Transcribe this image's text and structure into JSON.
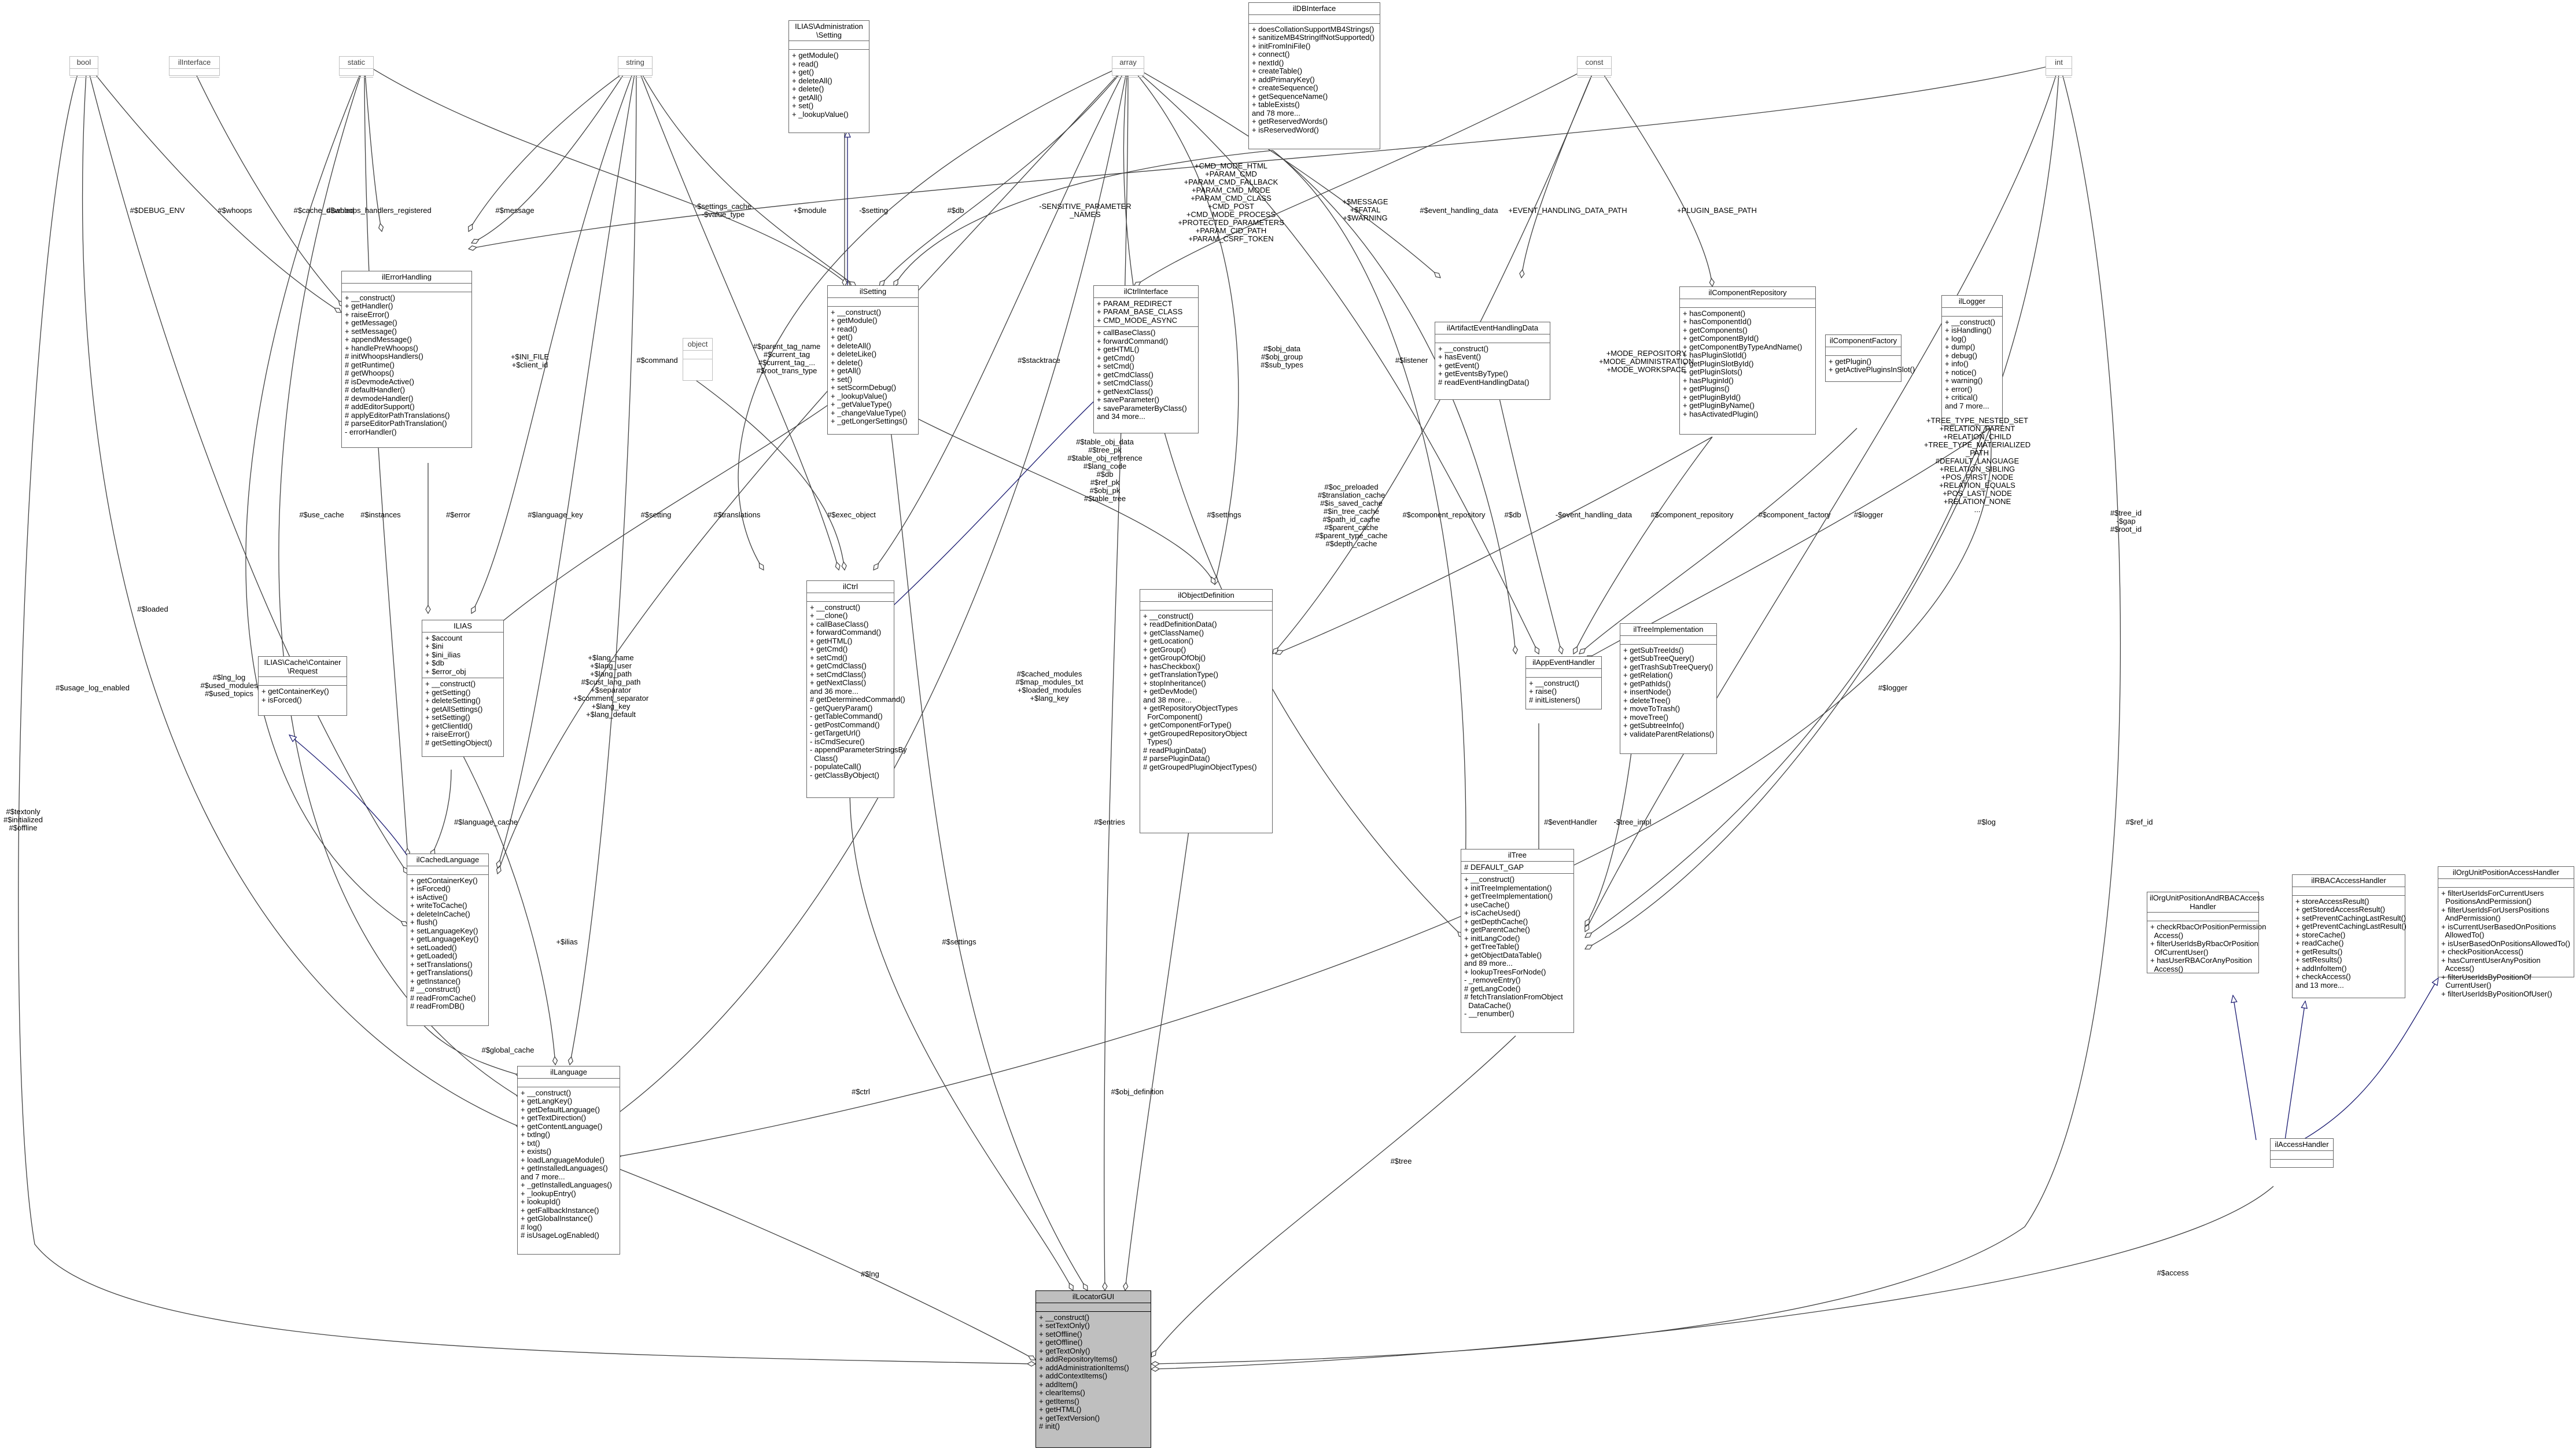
{
  "nodes": {
    "bool": {
      "title": "bool",
      "attrs": [],
      "methods": []
    },
    "ilinterface": {
      "title": "ilInterface",
      "attrs": [],
      "methods": []
    },
    "static": {
      "title": "static",
      "attrs": [],
      "methods": []
    },
    "string": {
      "title": "string",
      "attrs": [],
      "methods": []
    },
    "iladmsetting": {
      "title": "ILIAS\\Administration\n\\Setting",
      "attrs": [],
      "methods": [
        "+ getModule()",
        "+ read()",
        "+ get()",
        "+ deleteAll()",
        "+ delete()",
        "+ getAll()",
        "+ set()",
        "+ _lookupValue()"
      ]
    },
    "array": {
      "title": "array",
      "attrs": [],
      "methods": []
    },
    "ildbinterface": {
      "title": "ilDBInterface",
      "attrs": [],
      "methods": [
        "+ doesCollationSupportMB4Strings()",
        "+ sanitizeMB4StringIfNotSupported()",
        "+ initFromIniFile()",
        "+ connect()",
        "+ nextId()",
        "+ createTable()",
        "+ addPrimaryKey()",
        "+ createSequence()",
        "+ getSequenceName()",
        "+ tableExists()",
        "and 78 more...",
        "+ getReservedWords()",
        "+ isReservedWord()"
      ]
    },
    "const": {
      "title": "const",
      "attrs": [],
      "methods": []
    },
    "int": {
      "title": "int",
      "attrs": [],
      "methods": []
    },
    "ilerrorhandling": {
      "title": "ilErrorHandling",
      "attrs": [],
      "methods": [
        "+ __construct()",
        "+ getHandler()",
        "+ raiseError()",
        "+ getMessage()",
        "+ setMessage()",
        "+ appendMessage()",
        "+ handlePreWhoops()",
        "# initWhoopsHandlers()",
        "# getRuntime()",
        "# getWhoops()",
        "# isDevmodeActive()",
        "# defaultHandler()",
        "# devmodeHandler()",
        "# addEditorSupport()",
        "# applyEditorPathTranslations()",
        "# parseEditorPathTranslation()",
        "- errorHandler()"
      ]
    },
    "ilsetting": {
      "title": "ilSetting",
      "attrs": [],
      "methods": [
        "+ __construct()",
        "+ getModule()",
        "+ read()",
        "+ get()",
        "+ deleteAll()",
        "+ deleteLike()",
        "+ delete()",
        "+ getAll()",
        "+ set()",
        "+ setScormDebug()",
        "+ _lookupValue()",
        "+ _getValueType()",
        "+ _changeValueType()",
        "+ _getLongerSettings()"
      ]
    },
    "ilctrlinterface": {
      "title": "ilCtrlInterface",
      "attrs": [
        "+ PARAM_REDIRECT",
        "+ PARAM_BASE_CLASS",
        "+ CMD_MODE_ASYNC"
      ],
      "methods": [
        "+ callBaseClass()",
        "+ forwardCommand()",
        "+ getHTML()",
        "+ getCmd()",
        "+ setCmd()",
        "+ getCmdClass()",
        "+ setCmdClass()",
        "+ getNextClass()",
        "+ saveParameter()",
        "+ saveParameterByClass()",
        "and 34 more..."
      ]
    },
    "ilartifact": {
      "title": "ilArtifactEventHandlingData",
      "attrs": [],
      "methods": [
        "+ __construct()",
        "+ hasEvent()",
        "+ getEvent()",
        "+ getEventsByType()",
        "# readEventHandlingData()"
      ]
    },
    "ilcomprepo": {
      "title": "ilComponentRepository",
      "attrs": [],
      "methods": [
        "+ hasComponent()",
        "+ hasComponentId()",
        "+ getComponents()",
        "+ getComponentById()",
        "+ getComponentByTypeAndName()",
        "+ hasPluginSlotId()",
        "+ getPluginSlotById()",
        "+ getPluginSlots()",
        "+ hasPluginId()",
        "+ getPlugins()",
        "+ getPluginById()",
        "+ getPluginByName()",
        "+ hasActivatedPlugin()"
      ]
    },
    "ilcompfactory": {
      "title": "ilComponentFactory",
      "attrs": [],
      "methods": [
        "+ getPlugin()",
        "+ getActivePluginsInSlot()"
      ]
    },
    "illogger": {
      "title": "ilLogger",
      "attrs": [],
      "methods": [
        "+ __construct()",
        "+ isHandling()",
        "+ log()",
        "+ dump()",
        "+ debug()",
        "+ info()",
        "+ notice()",
        "+ warning()",
        "+ error()",
        "+ critical()",
        "and 7 more..."
      ]
    },
    "object": {
      "title": "object",
      "attrs": [],
      "methods": []
    },
    "iliascache": {
      "title": "ILIAS\\Cache\\Container\n\\Request",
      "attrs": [],
      "methods": [
        "+ getContainerKey()",
        "+ isForced()"
      ]
    },
    "ilias": {
      "title": "ILIAS",
      "attrs": [
        "+ $account",
        "+ $ini",
        "+ $ini_ilias",
        "+ $db",
        "+ $error_obj"
      ],
      "methods": [
        "+ __construct()",
        "+ getSetting()",
        "+ deleteSetting()",
        "+ getAllSettings()",
        "+ setSetting()",
        "+ getClientId()",
        "+ raiseError()",
        "# getSettingObject()"
      ]
    },
    "ilctrl": {
      "title": "ilCtrl",
      "attrs": [],
      "methods": [
        "+ __construct()",
        "+ __clone()",
        "+ callBaseClass()",
        "+ forwardCommand()",
        "+ getHTML()",
        "+ getCmd()",
        "+ setCmd()",
        "+ getCmdClass()",
        "+ setCmdClass()",
        "+ getNextClass()",
        "and 36 more...",
        "# getDeterminedCommand()",
        "- getQueryParam()",
        "- getTableCommand()",
        "- getPostCommand()",
        "- getTargetUrl()",
        "- isCmdSecure()",
        "- appendParameterStringsBy\n  Class()",
        "- populateCall()",
        "- getClassByObject()"
      ]
    },
    "ilobjdef": {
      "title": "ilObjectDefinition",
      "attrs": [],
      "methods": [
        "+ __construct()",
        "+ readDefinitionData()",
        "+ getClassName()",
        "+ getLocation()",
        "+ getGroup()",
        "+ getGroupOfObj()",
        "+ hasCheckbox()",
        "+ getTranslationType()",
        "+ stopInheritance()",
        "+ getDevMode()",
        "and 38 more...",
        "+ getRepositoryObjectTypes\n  ForComponent()",
        "+ getComponentForType()",
        "+ getGroupedRepositoryObject\n  Types()",
        "# readPluginData()",
        "# parsePluginData()",
        "# getGroupedPluginObjectTypes()"
      ]
    },
    "iltreeimpl": {
      "title": "ilTreeImplementation",
      "attrs": [],
      "methods": [
        "+ getSubTreeIds()",
        "+ getSubTreeQuery()",
        "+ getTrashSubTreeQuery()",
        "+ getRelation()",
        "+ getPathIds()",
        "+ insertNode()",
        "+ deleteTree()",
        "+ moveToTrash()",
        "+ moveTree()",
        "+ getSubtreeInfo()",
        "+ validateParentRelations()"
      ]
    },
    "ilappevent": {
      "title": "ilAppEventHandler",
      "attrs": [],
      "methods": [
        "+ __construct()",
        "+ raise()",
        "# initListeners()"
      ]
    },
    "ilcachedlang": {
      "title": "ilCachedLanguage",
      "attrs": [],
      "methods": [
        "+ getContainerKey()",
        "+ isForced()",
        "+ isActive()",
        "+ writeToCache()",
        "+ deleteInCache()",
        "+ flush()",
        "+ setLanguageKey()",
        "+ getLanguageKey()",
        "+ setLoaded()",
        "+ getLoaded()",
        "+ setTranslations()",
        "+ getTranslations()",
        "+ getInstance()",
        "# __construct()",
        "# readFromCache()",
        "# readFromDB()"
      ]
    },
    "iltree": {
      "title": "ilTree",
      "attrs": [
        "# DEFAULT_GAP"
      ],
      "methods": [
        "+ __construct()",
        "+ initTreeImplementation()",
        "+ getTreeImplementation()",
        "+ useCache()",
        "+ isCacheUsed()",
        "+ getDepthCache()",
        "+ getParentCache()",
        "+ initLangCode()",
        "+ getTreeTable()",
        "+ getObjectDataTable()",
        "and 89 more...",
        "+ lookupTreesForNode()",
        "- _removeEntry()",
        "# getLangCode()",
        "# fetchTranslationFromObject\n  DataCache()",
        "- __renumber()"
      ]
    },
    "ilorgunit": {
      "title": "ilOrgUnitPositionAndRBACAccess\nHandler",
      "attrs": [],
      "methods": [
        "+ checkRbacOrPositionPermission\n  Access()",
        "+ filterUserIdsByRbacOrPosition\n  OfCurrentUser()",
        "+ hasUserRBACorAnyPosition\n  Access()"
      ]
    },
    "ilrbac": {
      "title": "ilRBACAccessHandler",
      "attrs": [],
      "methods": [
        "+ storeAccessResult()",
        "+ getStoredAccessResult()",
        "+ setPreventCachingLastResult()",
        "+ getPreventCachingLastResult()",
        "+ storeCache()",
        "+ readCache()",
        "+ getResults()",
        "+ setResults()",
        "+ addInfoItem()",
        "+ checkAccess()",
        "and 13 more..."
      ]
    },
    "ilorgunitpos": {
      "title": "ilOrgUnitPositionAccessHandler",
      "attrs": [],
      "methods": [
        "+ filterUserIdsForCurrentUsers\n  PositionsAndPermission()",
        "+ filterUserIdsForUsersPositions\n  AndPermission()",
        "+ isCurrentUserBasedOnPositions\n  AllowedTo()",
        "+ isUserBasedOnPositionsAllowedTo()",
        "+ checkPositionAccess()",
        "+ hasCurrentUserAnyPosition\n  Access()",
        "+ filterUserIdsByPositionOf\n  CurrentUser()",
        "+ filterUserIdsByPositionOfUser()"
      ]
    },
    "illanguage": {
      "title": "ilLanguage",
      "attrs": [],
      "methods": [
        "+ __construct()",
        "+ getLangKey()",
        "+ getDefaultLanguage()",
        "+ getTextDirection()",
        "+ getContentLanguage()",
        "+ txtlng()",
        "+ txt()",
        "+ exists()",
        "+ loadLanguageModule()",
        "+ getInstalledLanguages()",
        "and 7 more...",
        "+ _getInstalledLanguages()",
        "+ _lookupEntry()",
        "+ lookupId()",
        "+ getFallbackInstance()",
        "+ getGlobalInstance()",
        "# log()",
        "# isUsageLogEnabled()"
      ]
    },
    "ilaccesshandler": {
      "title": "ilAccessHandler",
      "attrs": [],
      "methods": []
    },
    "illocatorgui": {
      "title": "ilLocatorGUI",
      "attrs": [],
      "methods": [
        "+ __construct()",
        "+ setTextOnly()",
        "+ setOffline()",
        "+ getOffline()",
        "+ getTextOnly()",
        "+ addRepositoryItems()",
        "+ addAdministrationItems()",
        "+ addContextItems()",
        "+ addItem()",
        "+ clearItems()",
        "+ getItems()",
        "+ getHTML()",
        "+ getTextVersion()",
        "# init()"
      ]
    }
  },
  "edge_labels": {
    "debug_env": "#$DEBUG_ENV",
    "whoops": "#$whoops",
    "whoops_handlers": "#$whoops_handlers_registered",
    "cache_disabled": "#$cache_disabled",
    "message": "#$message",
    "settings_cache": "-$settings_cache\n-$value_type",
    "module": "+$module",
    "setting_top": "-$setting",
    "sensitive": "-SENSITIVE_PARAMETER\n_NAMES",
    "db_top": "#$db",
    "cmd_modes": "+CMD_MODE_HTML\n+PARAM_CMD\n+PARAM_CMD_FALLBACK\n+PARAM_CMD_MODE\n+PARAM_CMD_CLASS\n+CMD_POST\n+CMD_MODE_PROCESS\n+PROTECTED_PARAMETERS\n+PARAM_CID_PATH\n+PARAM_CSRF_TOKEN",
    "message_fatal": "+$MESSAGE\n+$FATAL\n+$WARNING",
    "event_handling": "#$event_handling_data",
    "event_path": "+EVENT_HANDLING_DATA_PATH",
    "plugin_base": "+PLUGIN_BASE_PATH",
    "ini_file": "+$INI_FILE\n+$client_id",
    "parent_tag": "#$parent_tag_name\n#$current_tag\n#$current_tag_...\n#$root_trans_type",
    "command": "#$command",
    "stacktrace": "#$stacktrace",
    "obj_data": "#$obj_data\n#$obj_group\n#$sub_types",
    "listener": "#$listener",
    "modes": "+MODE_REPOSITORY\n+MODE_ADMINISTRATION\n+MODE_WORKSPACE",
    "tree_types": "+TREE_TYPE_NESTED_SET\n+RELATION_PARENT\n+RELATION_CHILD\n+TREE_TYPE_MATERIALIZED\n_PATH\n#DEFAULT_LANGUAGE\n+RELATION_SIBLING\n+POS_FIRST_NODE\n+RELATION_EQUALS\n+POS_LAST_NODE\n+RELATION_NONE\n...",
    "tree_id": "#$tree_id\n-$gap\n#$root_id",
    "use_cache": "#$use_cache",
    "instances": "#$instances",
    "language_key": "#$language_key",
    "error": "#$error",
    "setting_mid": "#$setting",
    "translations": "#$translations",
    "exec_object": "#$exec_object",
    "table_obj": "#$table_obj_data\n#$tree_pk\n#$table_obj_reference\n#$lang_code\n#$db\n#$ref_pk\n#$obj_pk\n#$table_tree",
    "settings_mid": "#$settings",
    "oc_preloaded": "#$oc_preloaded\n#$translation_cache\n#$is_saved_cache\n#$in_tree_cache\n#$path_id_cache\n#$parent_cache\n#$parent_type_cache\n#$depth_cache",
    "component_repo1": "#$component_repository",
    "db_mid": "#$db",
    "event_handling2": "-$event_handling_data",
    "component_repo2": "#$component_repository",
    "component_factory": "#$component_factory",
    "logger": "#$logger",
    "usage_log": "#$usage_log_enabled",
    "lng_log": "#$lng_log\n#$used_modules\n#$used_topics",
    "lang_name": "+$lang_name\n+$lang_user\n+$lang_path\n#$cust_lang_path\n+$separator\n+$comment_separator\n+$lang_key\n+$lang_default",
    "cached_modules": "#$cached_modules\n#$map_modules_txt\n+$loaded_modules\n+$lang_key",
    "language_cache": "#$language_cache",
    "ilias_label": "+$ilias",
    "event_handler": "#$eventHandler",
    "tree_impl": "-$tree_impl",
    "logger2": "#$logger",
    "log": "#$log",
    "ref_id": "#$ref_id",
    "loaded": "#$loaded",
    "entries": "#$entries",
    "settings_low": "#$settings",
    "global_cache": "#$global_cache",
    "ctrl": "#$ctrl",
    "obj_definition": "#$obj_definition",
    "tree": "#$tree",
    "lng": "#$lng",
    "access": "#$access",
    "textonly": "#$textonly\n#$initialized\n#$offline"
  }
}
